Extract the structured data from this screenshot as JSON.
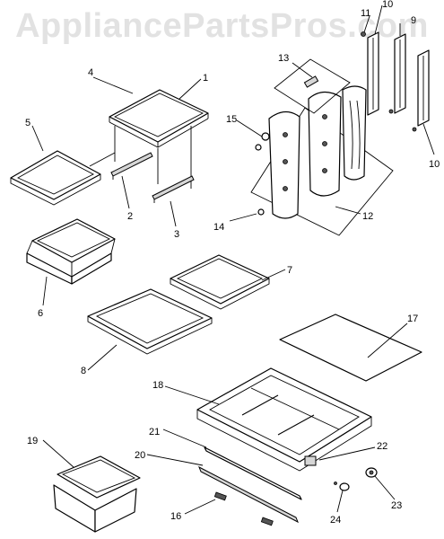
{
  "watermark": "AppliancePartsPros.com",
  "callouts": {
    "c1": "1",
    "c2": "2",
    "c3": "3",
    "c4": "4",
    "c5": "5",
    "c6": "6",
    "c7": "7",
    "c8": "8",
    "c9": "9",
    "c10a": "10",
    "c10b": "10",
    "c11": "11",
    "c12": "12",
    "c13": "13",
    "c14": "14",
    "c15": "15",
    "c16": "16",
    "c17": "17",
    "c18": "18",
    "c19": "19",
    "c20": "20",
    "c21": "21",
    "c22": "22",
    "c23": "23",
    "c24": "24"
  }
}
